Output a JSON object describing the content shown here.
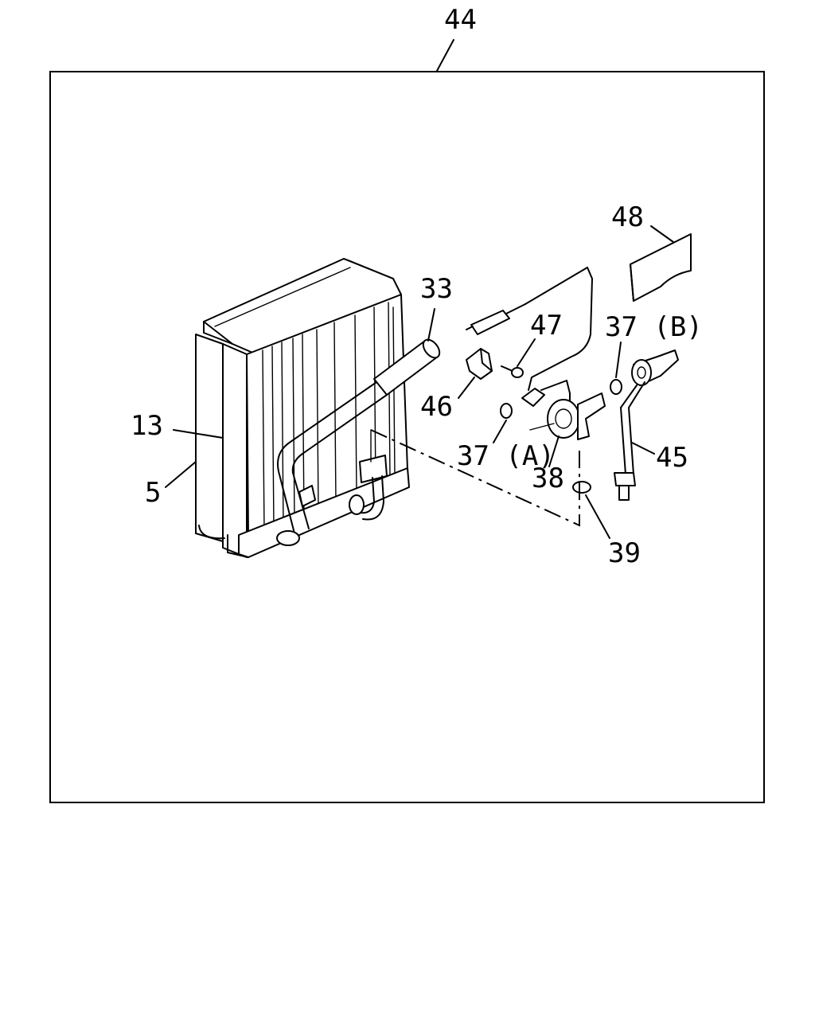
{
  "diagram": {
    "callouts": {
      "c44": "44",
      "c48": "48",
      "c33": "33",
      "c47": "47",
      "c37b": "37 (B)",
      "c46": "46",
      "c13": "13",
      "c37a": "37 (A)",
      "c45": "45",
      "c5": "5",
      "c38": "38",
      "c39": "39"
    }
  }
}
